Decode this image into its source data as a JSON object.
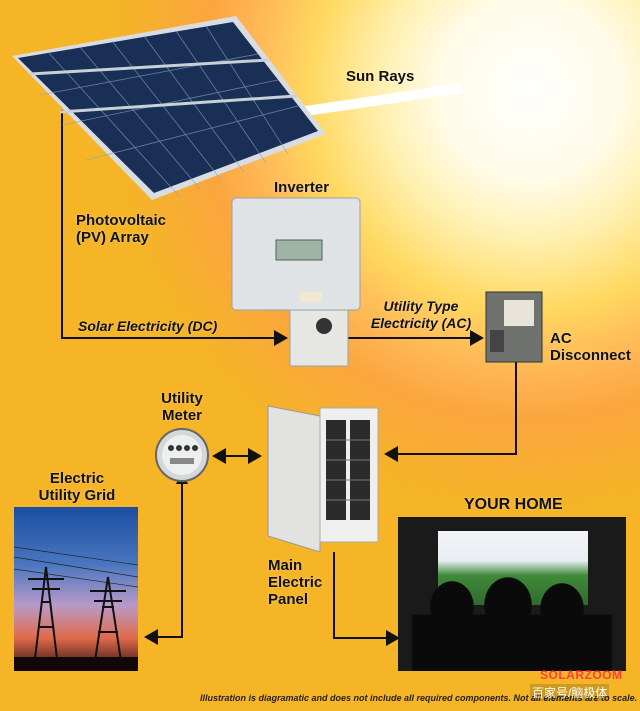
{
  "labels": {
    "sun_rays": "Sun Rays",
    "pv_array": [
      "Photovoltaic",
      "(PV) Array"
    ],
    "inverter": "Inverter",
    "solar_dc": "Solar Electricity (DC)",
    "utility_ac": [
      "Utility Type",
      "Electricity (AC)"
    ],
    "ac_disconnect": [
      "AC",
      "Disconnect"
    ],
    "utility_meter": [
      "Utility",
      "Meter"
    ],
    "electric_grid": [
      "Electric",
      "Utility Grid"
    ],
    "main_panel": [
      "Main",
      "Electric",
      "Panel"
    ],
    "your_home": "YOUR HOME"
  },
  "footnote": "Illustration is diagramatic and does not include all required components. Not all elements are to scale.",
  "watermark": {
    "brand": "SOLARZOOM",
    "source": "百家号/脑极体"
  },
  "colors": {
    "background": "#f5b526",
    "sun_core": "#ffffff",
    "wire": "#111111",
    "panel_cell": "#1a2f55"
  }
}
